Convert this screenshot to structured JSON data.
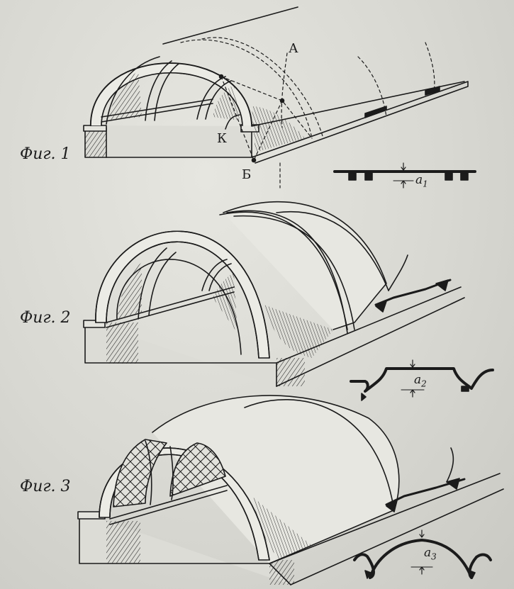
{
  "figures": [
    {
      "caption": "Фиг. 1",
      "points": [
        "А",
        "К",
        "Б"
      ],
      "dim": "a",
      "dim_index": "1"
    },
    {
      "caption": "Фиг. 2",
      "dim": "a",
      "dim_index": "2"
    },
    {
      "caption": "Фиг. 3",
      "dim": "a",
      "dim_index": "3"
    }
  ],
  "colors": {
    "paper": "#d9d9d3",
    "ink": "#1b1b1b"
  }
}
